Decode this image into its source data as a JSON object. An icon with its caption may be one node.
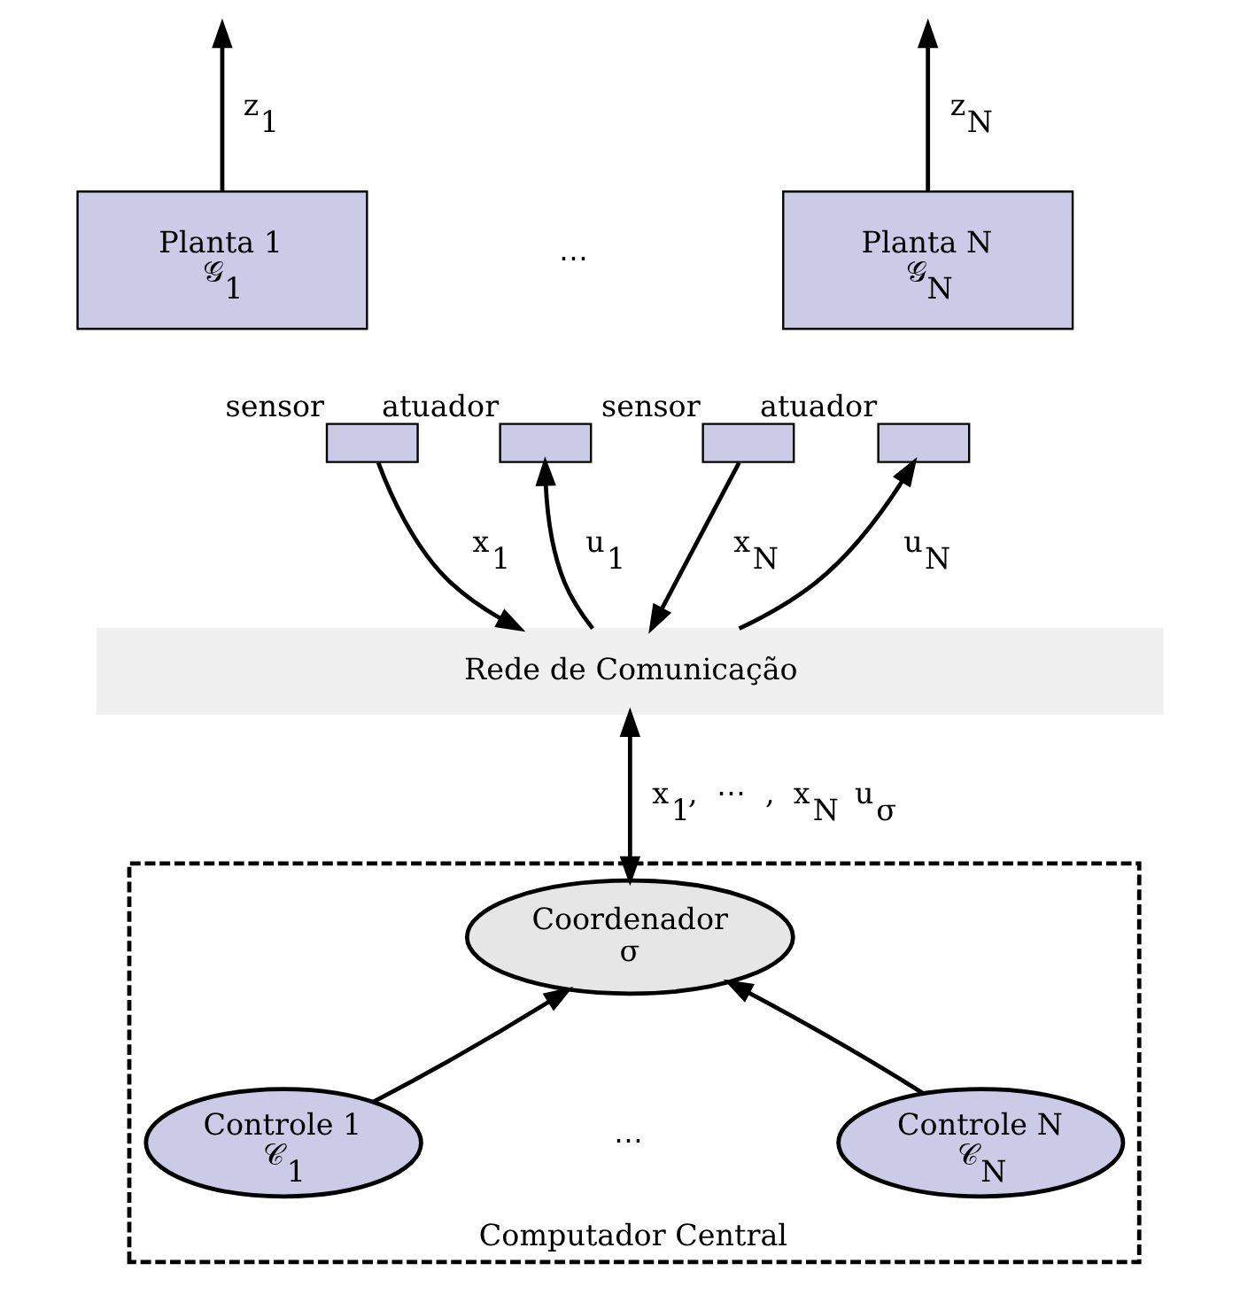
{
  "diagram": {
    "nodes": [
      {
        "text": [
          "Planta 1",
          "𝒢$_{1}$"
        ]
      },
      {
        "text": [],
        "shape": "box",
        "beside": [
          "sensor"
        ]
      },
      {
        "text": [],
        "shape": "box",
        "beside": [
          "atuador"
        ]
      },
      {
        "text": [
          "Planta N",
          "𝒢$_{N}$"
        ]
      },
      {
        "text": [],
        "shape": "box",
        "beside": [
          "sensor"
        ]
      },
      {
        "text": [],
        "shape": "box",
        "beside": [
          "atuador"
        ]
      },
      {
        "text": [
          "Rede de Comunicação"
        ]
      },
      {
        "text": [
          "Computador Central"
        ]
      },
      {
        "text": [
          "Coordenador",
          "σ"
        ],
        "in": 7
      },
      {
        "text": [
          "Controle 1",
          "𝒞$_{1}$"
        ],
        "in": 7
      },
      {
        "text": [
          "Controle N",
          "𝒞$_{N}$"
        ],
        "in": 7
      }
    ],
    "edges": [
      {
        "from": 0,
        "to": null,
        "arrow": "to",
        "label": "z$_{1}$"
      },
      {
        "from": 3,
        "to": null,
        "arrow": "to",
        "label": "z$_{N}$"
      },
      {
        "from": 1,
        "to": 6,
        "arrow": "to",
        "label": "x$_{1}$"
      },
      {
        "from": 6,
        "to": 2,
        "arrow": "to",
        "label": "u$_{1}$"
      },
      {
        "from": 4,
        "to": 6,
        "arrow": "to",
        "label": "x$_{N}$"
      },
      {
        "from": 6,
        "to": 5,
        "arrow": "to",
        "label": "u$_{N}$"
      },
      {
        "from": 6,
        "to": 8,
        "arrow": "both",
        "label": "x$_{1}$, ⋯ , x$_{N}$ u$_{σ}$"
      },
      {
        "from": 9,
        "to": 8,
        "arrow": "to"
      },
      {
        "from": 10,
        "to": 8,
        "arrow": "to"
      }
    ],
    "labels": [
      "⋯",
      "⋯"
    ]
  }
}
